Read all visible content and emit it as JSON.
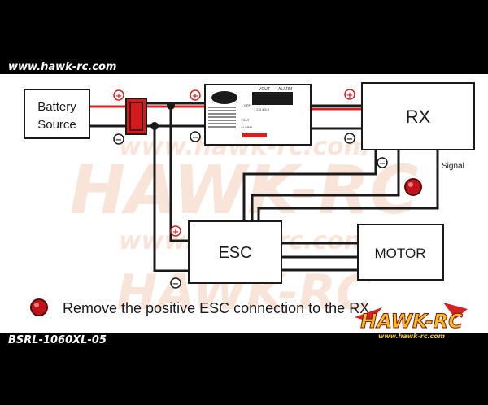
{
  "site_url": "www.hawk-rc.com",
  "product_code": "BSRL-1060XL-05",
  "watermark": {
    "brand": "HAWK-RC",
    "url": "www.hawk-rc.com"
  },
  "logo": {
    "brand": "HAWK-RC",
    "url": "www.hawk-rc.com"
  },
  "blocks": {
    "battery_line1": "Battery",
    "battery_line2": "Source",
    "rx": "RX",
    "esc": "ESC",
    "motor": "MOTOR"
  },
  "signal_label": "Signal",
  "plus_symbol": "+",
  "minus_symbol": "−",
  "switch_labels": {
    "vout": "VOUT",
    "alarm": "ALARM",
    "off": "OFF",
    "numbers": "1 2 3 4 5 6",
    "vout_row": "VOUT",
    "alarm_row": "ALARM"
  },
  "caption": "Remove the positive ESC connection to the RX",
  "colors": {
    "wire": "#1a1a1a",
    "red_wire": "#d42020",
    "connector": "#d41a1a",
    "marker": "#c0141a",
    "watermark": "#f3b8a0",
    "background": "#ffffff",
    "band": "#000000"
  }
}
